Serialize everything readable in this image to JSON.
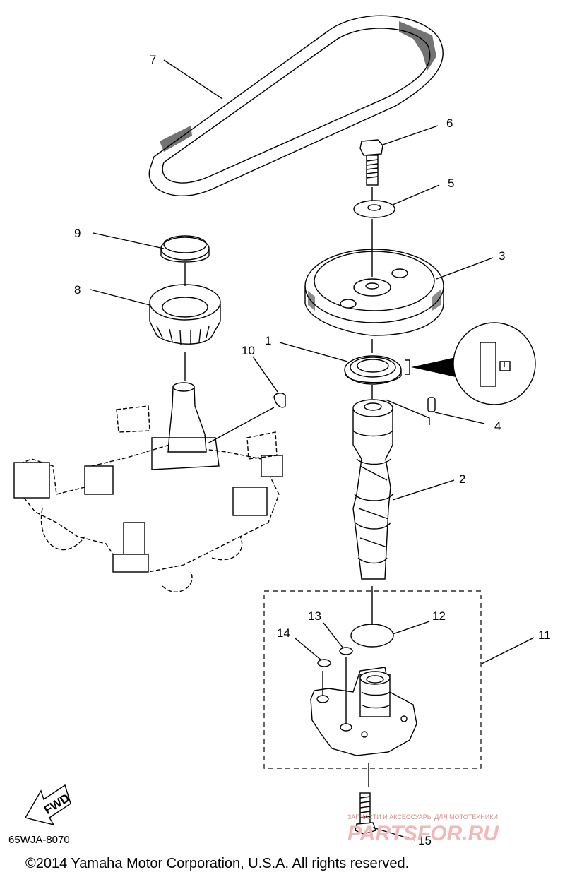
{
  "callouts": {
    "c1": "1",
    "c2": "2",
    "c3": "3",
    "c4": "4",
    "c5": "5",
    "c6": "6",
    "c7": "7",
    "c8": "8",
    "c9": "9",
    "c10": "10",
    "c11": "11",
    "c12": "12",
    "c13": "13",
    "c14": "14",
    "c15": "15"
  },
  "fwd_label": "FWD",
  "diagram_code": "65WJA-8070",
  "copyright": "©2014 Yamaha Motor Corporation, U.S.A. All rights reserved.",
  "watermark": {
    "tagline": "ЗАПЧАСТИ И АКСЕССУАРЫ ДЛЯ МОТОТЕХНИКИ",
    "brand": "PARTSFOR.RU"
  },
  "colors": {
    "line": "#000000",
    "background": "#ffffff",
    "watermark": "#e08a8a"
  }
}
